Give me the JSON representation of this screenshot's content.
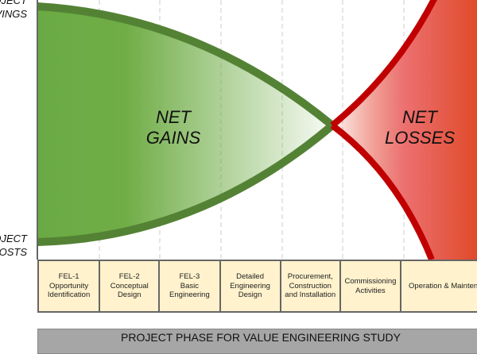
{
  "axis": {
    "top_label": "PROJECT\nSAVINGS",
    "bottom_label": "PROJECT\nCOSTS"
  },
  "regions": {
    "gains_line1": "NET",
    "gains_line2": "GAINS",
    "losses_line1": "NET",
    "losses_line2": "LOSSES"
  },
  "phases": [
    {
      "label": "FEL-1\nOpportunity\nIdentification"
    },
    {
      "label": "FEL-2\nConceptual\nDesign"
    },
    {
      "label": "FEL-3\nBasic\nEngineering"
    },
    {
      "label": "Detailed\nEngineering\nDesign"
    },
    {
      "label": "Procurement,\nConstruction\nand Installation"
    },
    {
      "label": "Commissioning\nActivities"
    },
    {
      "label": "Operation & Maintenance"
    }
  ],
  "footer": "PROJECT PHASE FOR VALUE ENGINEERING STUDY",
  "colors": {
    "green": "#548235",
    "green_fill": "#70ad47",
    "red": "#c00000",
    "red_fill": "#e04a2a",
    "phase_bg": "#fff2cc"
  }
}
